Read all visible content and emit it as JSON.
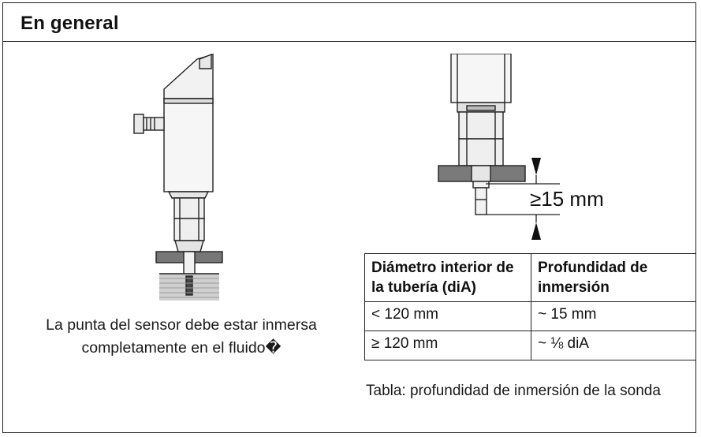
{
  "section": {
    "title": "En general"
  },
  "left_figure": {
    "caption": "La punta del sensor debe estar inmersa completamente en el fluido�"
  },
  "right_figure": {
    "dimension_label": "≥15 mm"
  },
  "immersion_table": {
    "headers": [
      "Diámetro interior de la tubería (diA)",
      "Profundidad de inmersión"
    ],
    "rows": [
      [
        "< 120 mm",
        "~ 15 mm"
      ],
      [
        "≥ 120 mm",
        "~ ⅛ diA"
      ]
    ],
    "caption": "Tabla: profundidad de inmersión de la sonda"
  }
}
